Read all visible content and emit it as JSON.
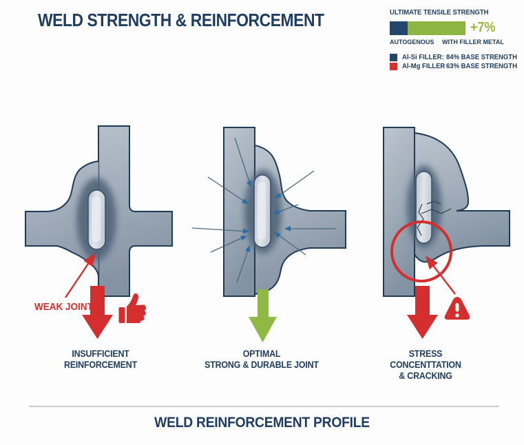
{
  "title": "WELD STRENGTH & REINFORCEMENT",
  "legend": {
    "bar_title": "ULTIMATE TENSILE STRENGTH",
    "gain": "+7%",
    "bar_left_label": "AUTOGENOUS",
    "bar_right_label": "WITH FILLER METAL",
    "entries": [
      {
        "label": "Al-Si FILLER:",
        "value": "84% BASE STRENGTH",
        "swatch": "#24466b"
      },
      {
        "label": "Al-Mg FILLER",
        "value": "63% BASE STRENGTH",
        "swatch": "#d43431"
      }
    ]
  },
  "figures": {
    "left": {
      "callout": "WEAK JOINT",
      "caption": [
        "INSUFFICIENT",
        "REINFORCEMENT"
      ]
    },
    "middle": {
      "caption": [
        "OPTIMAL",
        "STRONG & DURABLE JOINT"
      ]
    },
    "right": {
      "caption": [
        "STRESS",
        "CONCENTTATION",
        "& CRACKING"
      ]
    }
  },
  "footer": {
    "title": "WELD REINFORCEMENT PROFILE"
  },
  "colors": {
    "navy": "#1f3d60",
    "red": "#d42f2e",
    "green_arrow": "#8fb845",
    "bar_green": "#8cb544",
    "gain_text": "#9cb53c",
    "steel_light": "#b9c2cc",
    "steel_dark": "#8695a5",
    "haz": "#4d6077",
    "weld_nugget": "#dfe4e9",
    "outline": "#1d3a57",
    "divider": "#cbcbcb"
  }
}
